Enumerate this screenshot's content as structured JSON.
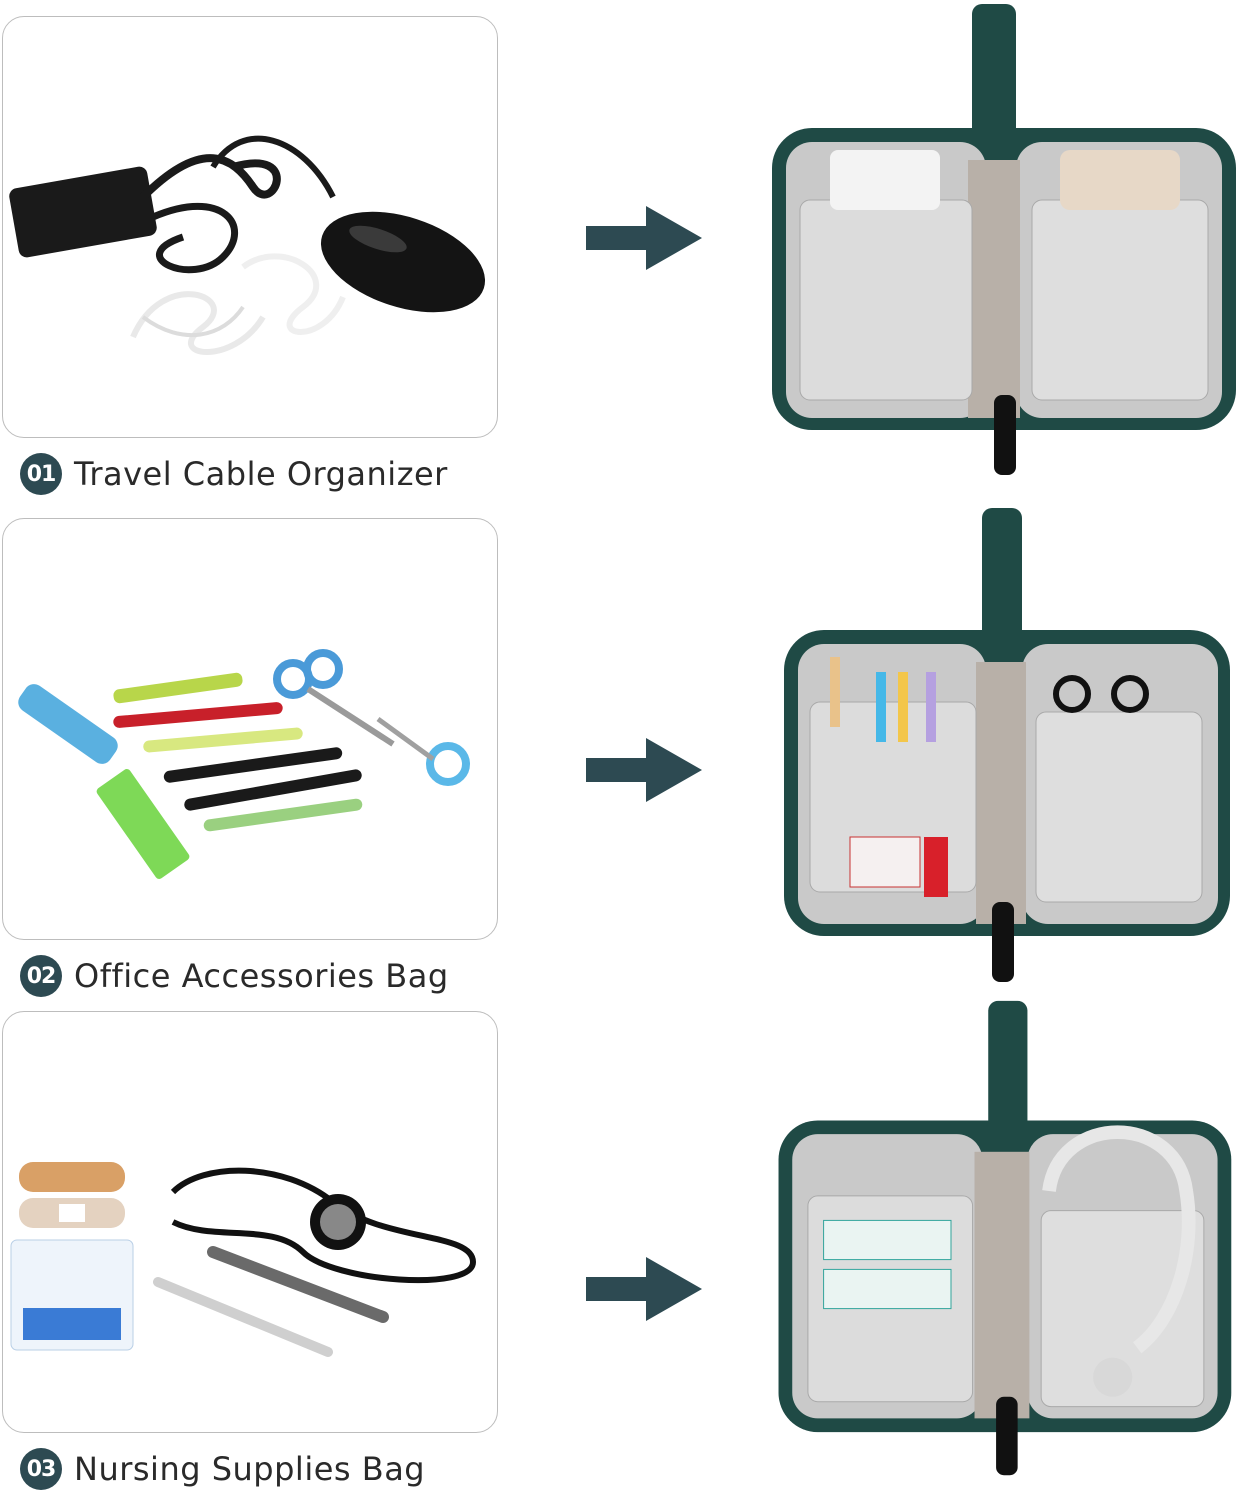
{
  "colors": {
    "accent": "#2d4a52",
    "bag_green": "#1f4a45",
    "card_border": "#bdbdbd"
  },
  "items": [
    {
      "number": "01",
      "label": "Travel Cable Organizer",
      "contents": [
        "power-adapter",
        "mouse",
        "charging-cables"
      ]
    },
    {
      "number": "02",
      "label": "Office Accessories Bag",
      "contents": [
        "utility-knife",
        "pens",
        "scissors",
        "markers"
      ]
    },
    {
      "number": "03",
      "label": "Nursing Supplies Bag",
      "contents": [
        "bandages",
        "cotton-swabs",
        "stethoscope",
        "thermometer",
        "tweezers"
      ]
    }
  ],
  "icons": {
    "arrow": "arrow-right-icon"
  }
}
